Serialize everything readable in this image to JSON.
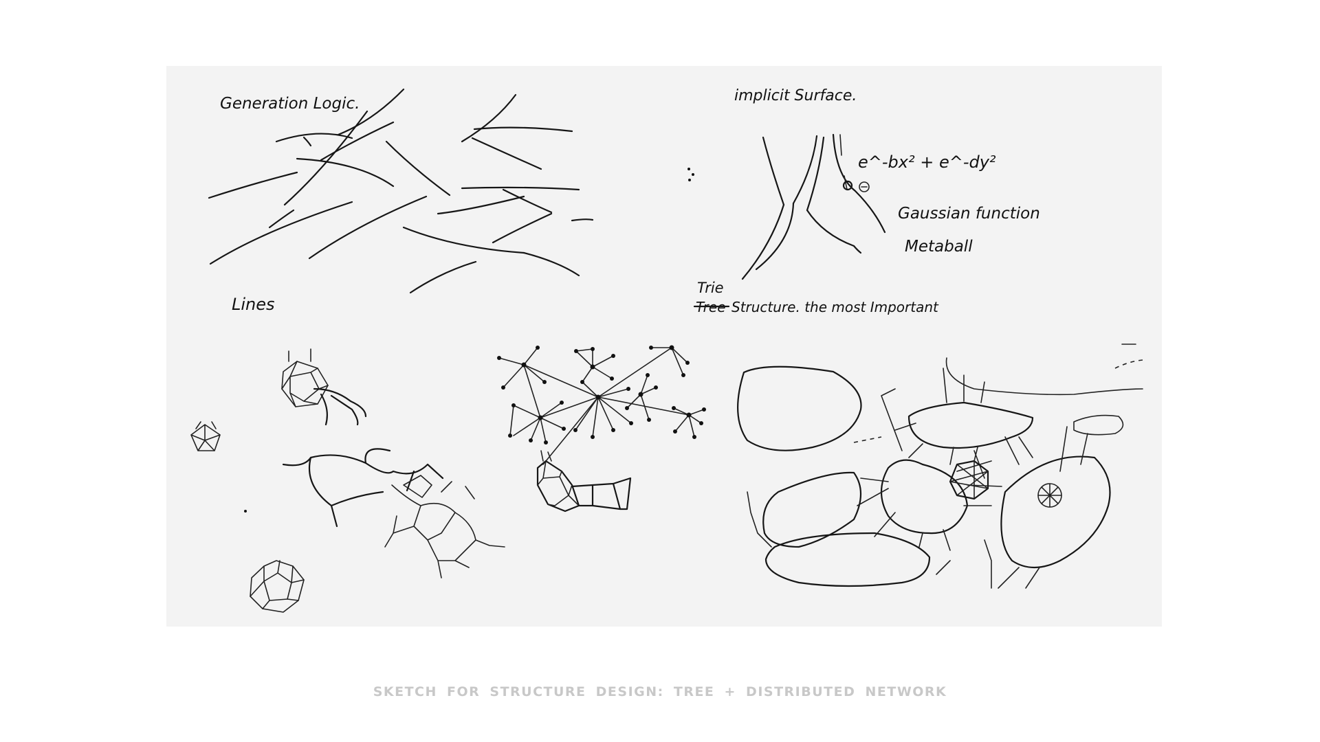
{
  "sketch": {
    "labels": {
      "generation_logic": "Generation Logic.",
      "lines": "Lines",
      "implicit_surface": "implicit Surface.",
      "formula": "e^-bx² + e^-dy²",
      "gaussian": "Gaussian function",
      "metaball": "Metaball",
      "trie": "Trie",
      "tree_struck": "Tree",
      "structure_note": "Structure. the most Important"
    }
  },
  "caption": {
    "text": "SKETCH FOR STRUCTURE DESIGN: TREE + DISTRIBUTED NETWORK"
  }
}
